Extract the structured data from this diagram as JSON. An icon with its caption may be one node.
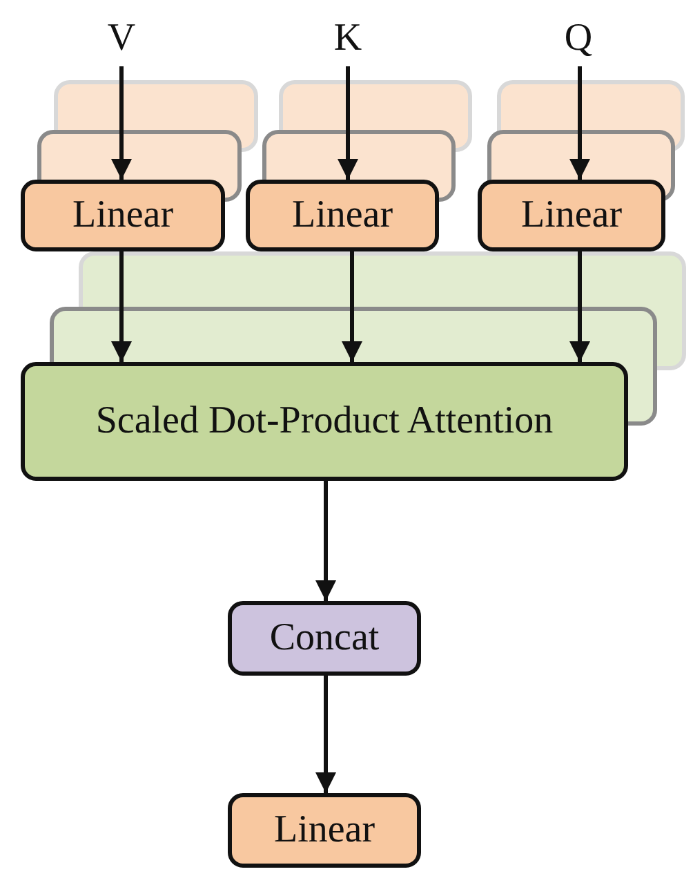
{
  "diagram": {
    "nodes": [
      {
        "text": [
          "V"
        ]
      },
      {
        "text": [
          "K"
        ]
      },
      {
        "text": [
          "Q"
        ]
      },
      {
        "text": [
          "Linear"
        ]
      },
      {
        "text": [
          "Linear"
        ]
      },
      {
        "text": [
          "Linear"
        ]
      },
      {
        "text": [
          "Scaled Dot-Product Attention"
        ]
      },
      {
        "text": [
          "Concat"
        ]
      },
      {
        "text": [
          "Linear"
        ]
      }
    ],
    "edges": [
      {
        "from": 0,
        "to": 3,
        "arrow": "to"
      },
      {
        "from": 1,
        "to": 4,
        "arrow": "to"
      },
      {
        "from": 2,
        "to": 5,
        "arrow": "to"
      },
      {
        "from": 3,
        "to": 6,
        "arrow": "to"
      },
      {
        "from": 4,
        "to": 6,
        "arrow": "to"
      },
      {
        "from": 5,
        "to": 6,
        "arrow": "to"
      },
      {
        "from": 6,
        "to": 7,
        "arrow": "to"
      },
      {
        "from": 7,
        "to": 8,
        "arrow": "to"
      }
    ]
  }
}
